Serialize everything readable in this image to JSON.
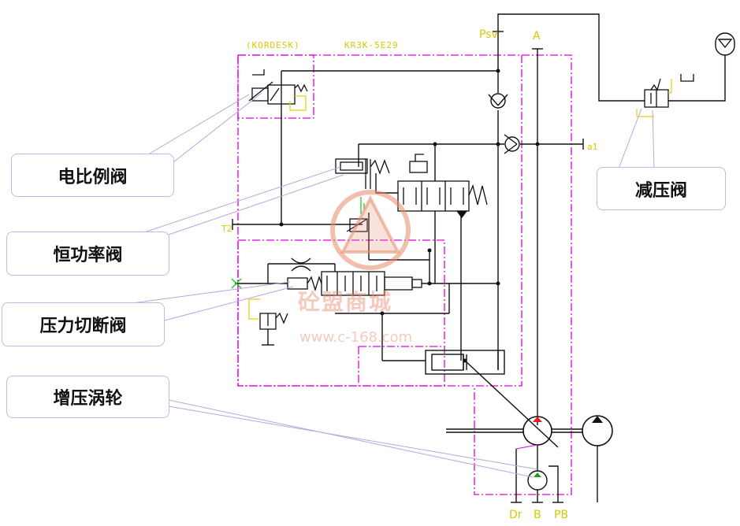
{
  "labels": {
    "electric_proportional_valve": "电比例阀",
    "constant_power_valve": "恒功率阀",
    "pressure_cutoff_valve": "压力切断阀",
    "turbo_boost": "增压涡轮",
    "pressure_reducing_valve": "减压阀"
  },
  "module_tags": {
    "left_block": "(KORDESK)",
    "pump_model": "KR3K-5E29"
  },
  "ports": {
    "psv": "Psv",
    "a": "A",
    "a1": "a1",
    "t2": "T2",
    "dr": "Dr",
    "b": "B",
    "pb": "PB"
  },
  "watermark": {
    "brand": "砼盟商城",
    "url": "www.c-168.com"
  },
  "colors": {
    "line": "#111111",
    "boundary": "#e000e0",
    "pilot": "#e8d000",
    "callout_border": "#c9b6e6",
    "leader": "#b9a5dd",
    "watermark": "#e88a6e",
    "arrow_red": "#e02020",
    "arrow_green": "#20a020"
  }
}
